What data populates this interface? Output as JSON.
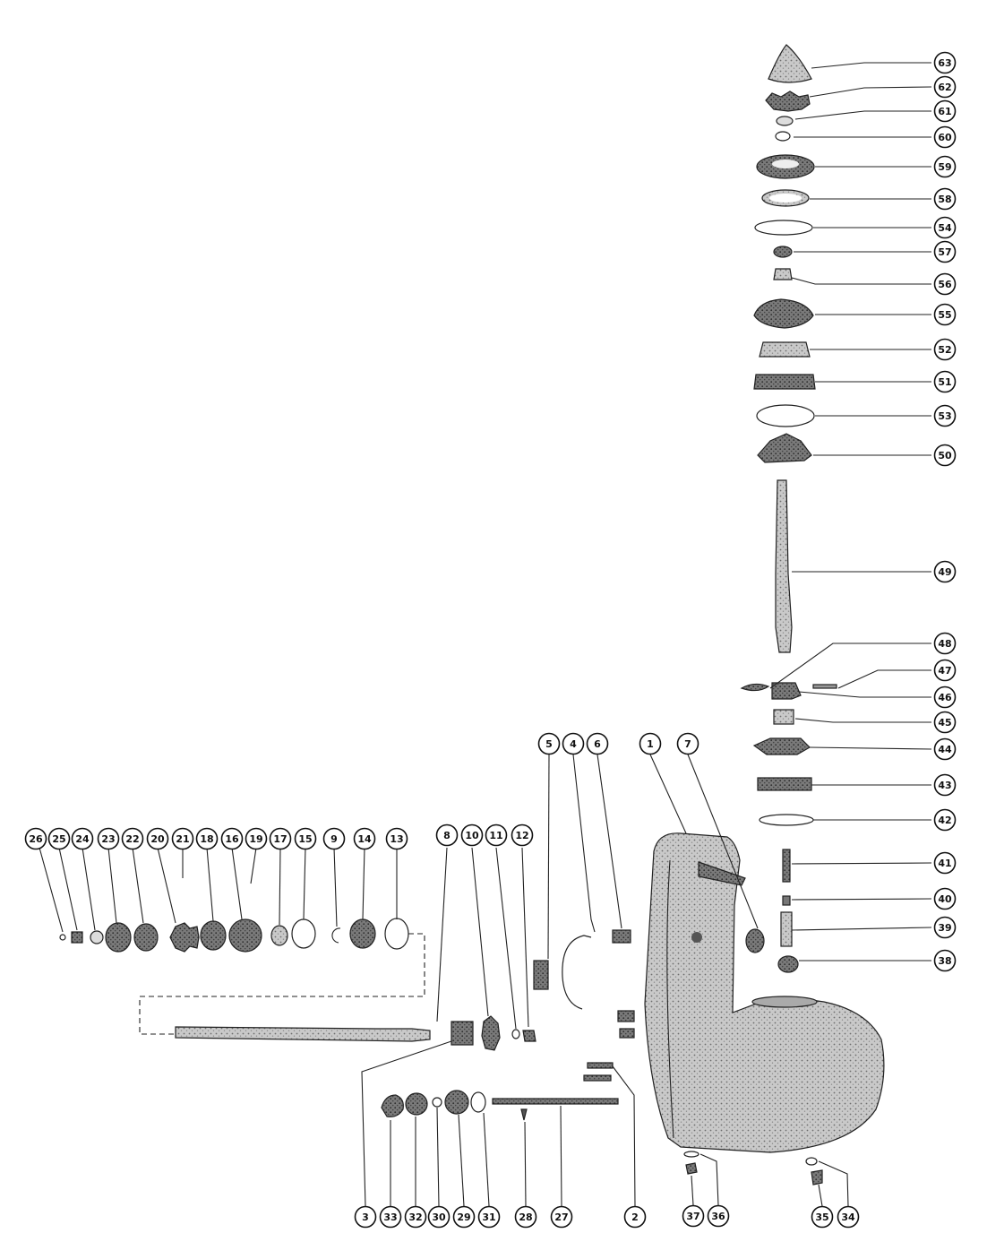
{
  "diagram": {
    "type": "exploded parts diagram",
    "callouts": [
      "1",
      "2",
      "3",
      "4",
      "5",
      "6",
      "7",
      "8",
      "9",
      "10",
      "11",
      "12",
      "13",
      "14",
      "15",
      "16",
      "17",
      "18",
      "19",
      "20",
      "21",
      "22",
      "23",
      "24",
      "25",
      "26",
      "27",
      "28",
      "29",
      "30",
      "31",
      "32",
      "33",
      "34",
      "35",
      "36",
      "37",
      "38",
      "39",
      "40",
      "41",
      "42",
      "43",
      "44",
      "45",
      "46",
      "47",
      "48",
      "49",
      "50",
      "51",
      "52",
      "53",
      "54",
      "55",
      "56",
      "57",
      "58",
      "59",
      "60",
      "61",
      "62",
      "63"
    ]
  },
  "colors": {
    "ink": "#222222",
    "shade": "#bdbdbd",
    "paper": "#ffffff"
  }
}
